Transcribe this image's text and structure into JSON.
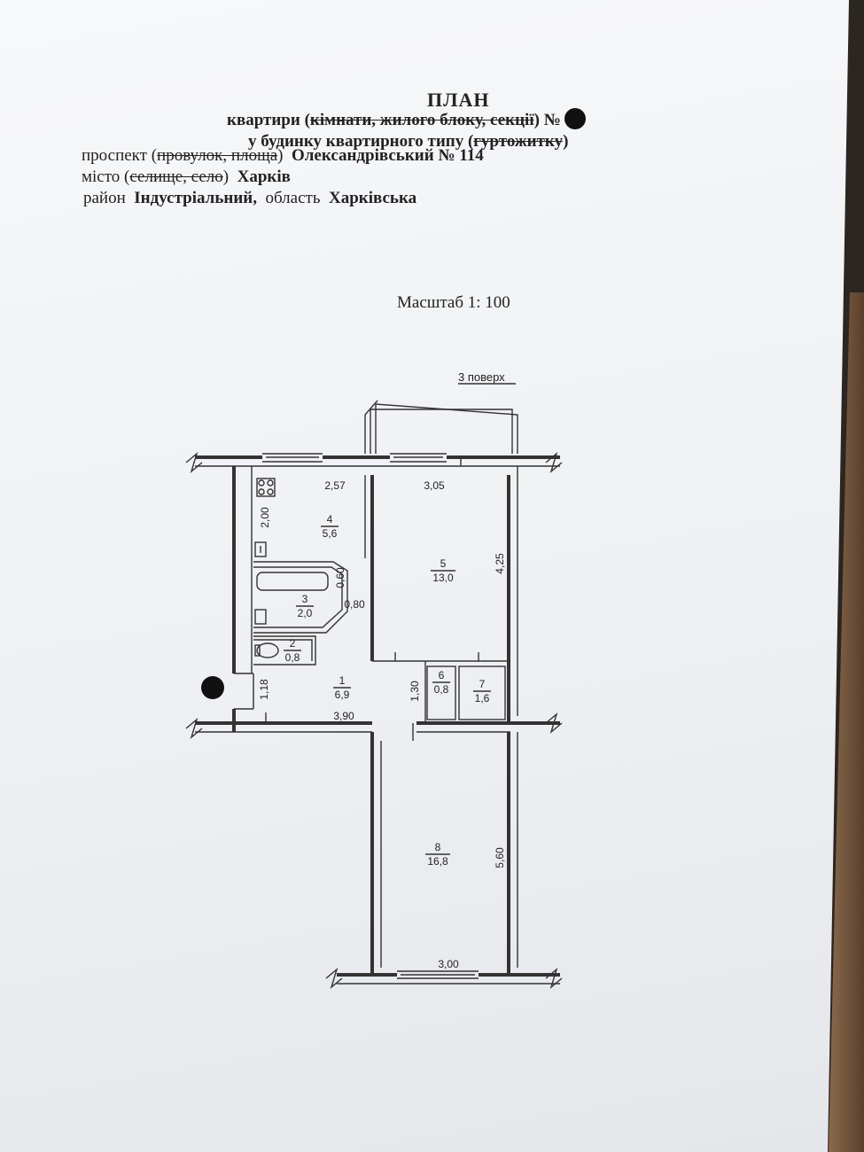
{
  "header": {
    "title": "ПЛАН",
    "line1_start": "квартири (",
    "line1_struck": "кімнати, жилого блоку, секції",
    "line1_end": ") №",
    "line2_start": "у будинку квартирного типу (",
    "line2_struck": "гуртожитку",
    "line2_end": ")",
    "line3_start": "проспект  (",
    "line3_struck": "провулок, площа",
    "line3_mid": ")",
    "street": "Олександрівський  №  114",
    "line4_start": "місто  (",
    "line4_struck": "селище, село",
    "line4_mid": ")",
    "city": "Харків",
    "line5_start": "район",
    "district": "Індустріальний,",
    "line5_mid": "область",
    "region": "Харківська"
  },
  "scale": "Масштаб 1: 100",
  "floor": "3 поверх",
  "rooms": [
    {
      "num": "1",
      "area": "6,9"
    },
    {
      "num": "2",
      "area": "0,8"
    },
    {
      "num": "3",
      "area": "2,0"
    },
    {
      "num": "4",
      "area": "5,6"
    },
    {
      "num": "5",
      "area": "13,0"
    },
    {
      "num": "6",
      "area": "0,8"
    },
    {
      "num": "7",
      "area": "1,6"
    },
    {
      "num": "8",
      "area": "16,8"
    }
  ],
  "dimensions": {
    "d257": "2,57",
    "d305": "3,05",
    "d200": "2,00",
    "d425": "4,25",
    "d060": "0,60",
    "d080": "0,80",
    "d118": "1,18",
    "d130": "1,30",
    "d390": "3,90",
    "d560": "5,60",
    "d300": "3,00"
  }
}
